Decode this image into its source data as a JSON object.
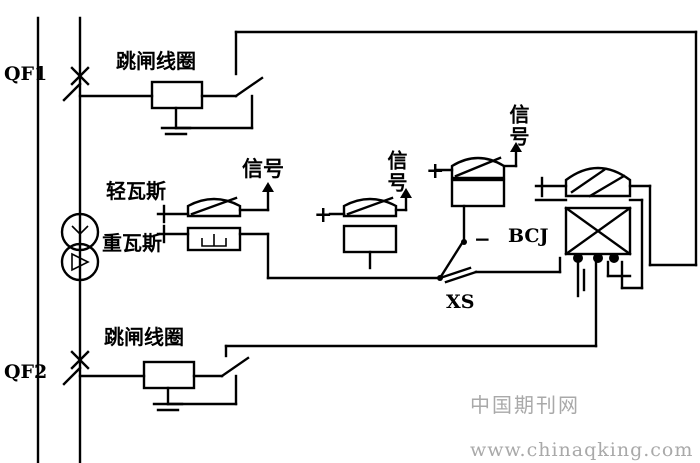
{
  "labels": {
    "qf1": "QF1",
    "qf2": "QF2",
    "trip_coil_top": "跳闸线圈",
    "trip_coil_bottom": "跳闸线圈",
    "light_gas": "轻瓦斯",
    "heavy_gas": "重瓦斯",
    "signal_1": "信号",
    "signal_2": "信号",
    "signal_3": "信号",
    "plus": "+",
    "minus": "−",
    "xs": "XS",
    "bcj": "BCJ"
  },
  "watermark": {
    "line1": "中国期刊网",
    "line2": "www.chinaqking.com"
  }
}
